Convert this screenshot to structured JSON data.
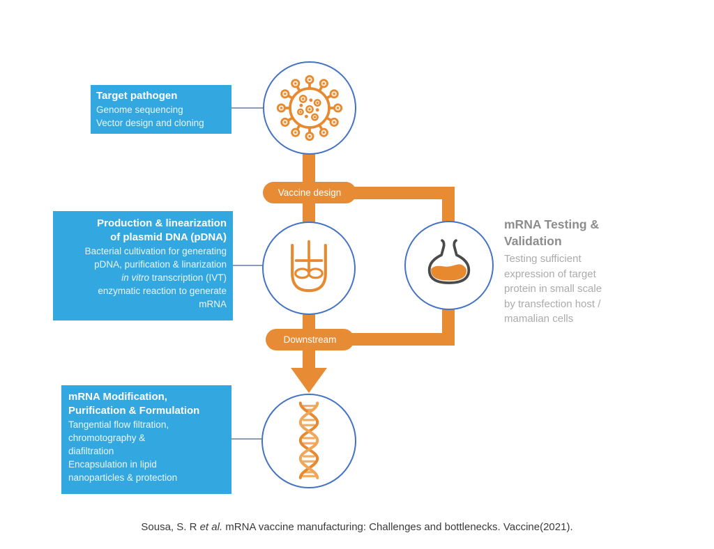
{
  "colors": {
    "box_blue": "#33A7DF",
    "orange": "#E78C35",
    "circle_stroke": "#4472C4",
    "note_title_gray": "#8C8C8C",
    "note_body_gray": "#ABABAB"
  },
  "boxes": {
    "target_pathogen": {
      "title": "Target pathogen",
      "lines": [
        "Genome sequencing",
        "Vector design and cloning"
      ]
    },
    "production": {
      "title_lines": [
        "Production & linearization",
        "of plasmid DNA (pDNA)"
      ],
      "body_line1": "Bacterial cultivation for generating",
      "body_line2": "pDNA, purification & linarization",
      "body_line3_italic": "in vitro",
      "body_line3_rest": " transcription (IVT)",
      "body_line4": "enzymatic reaction to generate",
      "body_line5": "mRNA"
    },
    "modification": {
      "title_lines": [
        "mRNA Modification,",
        "Purification & Formulation"
      ],
      "lines": [
        "Tangential flow filtration,",
        "chromotography &",
        "diafiltration",
        "Encapsulation in lipid",
        "nanoparticles & protection"
      ]
    }
  },
  "pills": {
    "vaccine_design": "Vaccine design",
    "downstream": "Downstream"
  },
  "side_note": {
    "title_lines": [
      "mRNA Testing &",
      "Validation"
    ],
    "body_lines": [
      "Testing sufficient",
      "expression of target",
      "protein in small scale",
      "by transfection host /",
      "mamalian cells"
    ]
  },
  "icons": {
    "top_circle": "virus-icon",
    "middle_circle": "bioreactor-icon",
    "right_circle": "flask-icon",
    "bottom_circle": "dna-icon"
  },
  "caption": {
    "part1": "Sousa, S. R ",
    "italic": "et al.",
    "part2": " mRNA vaccine manufacturing: Challenges and bottlenecks. Vaccine(2021)."
  }
}
